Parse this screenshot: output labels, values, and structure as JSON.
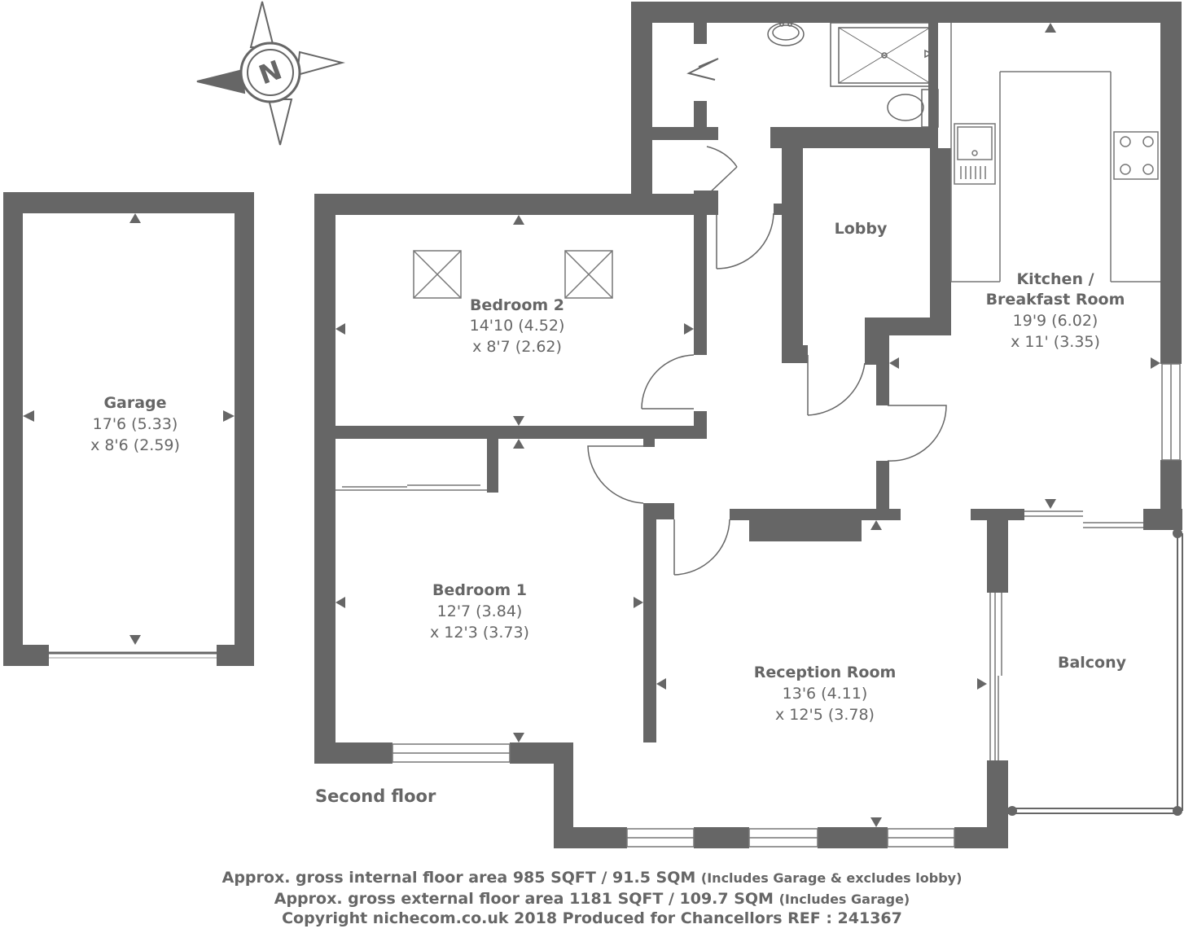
{
  "rooms": {
    "garage": {
      "name": "Garage",
      "dim1": "17'6 (5.33)",
      "dim2": "x 8'6 (2.59)"
    },
    "bedroom2": {
      "name": "Bedroom 2",
      "dim1": "14'10 (4.52)",
      "dim2": "x 8'7 (2.62)"
    },
    "lobby": {
      "name": "Lobby"
    },
    "kitchen": {
      "name1": "Kitchen /",
      "name2": "Breakfast Room",
      "dim1": "19'9 (6.02)",
      "dim2": "x 11' (3.35)"
    },
    "bedroom1": {
      "name": "Bedroom 1",
      "dim1": "12'7 (3.84)",
      "dim2": "x 12'3 (3.73)"
    },
    "reception": {
      "name": "Reception Room",
      "dim1": "13'6 (4.11)",
      "dim2": "x 12'5 (3.78)"
    },
    "balcony": {
      "name": "Balcony"
    }
  },
  "floor_label": "Second floor",
  "compass_letter": "N",
  "footer": {
    "line1": "Approx. gross internal floor area 985 SQFT / 91.5 SQM",
    "line1_note": "(Includes Garage & excludes lobby)",
    "line2": "Approx. gross external floor area 1181 SQFT / 109.7 SQM",
    "line2_note": "(Includes Garage)",
    "line3": "Copyright nichecom.co.uk 2018 Produced for Chancellors REF : 241367"
  },
  "colors": {
    "wall": "#666666",
    "line": "#888888",
    "background": "#ffffff"
  }
}
